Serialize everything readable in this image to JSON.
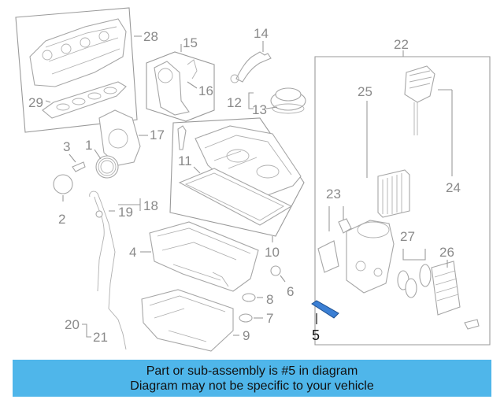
{
  "diagram": {
    "highlight_color": "#3b7fd4",
    "callouts": {
      "c1": "1",
      "c2": "2",
      "c3": "3",
      "c4": "4",
      "c5": "5",
      "c6": "6",
      "c7": "7",
      "c8": "8",
      "c9": "9",
      "c10": "10",
      "c11": "11",
      "c12": "12",
      "c13": "13",
      "c14": "14",
      "c15": "15",
      "c16": "16",
      "c17": "17",
      "c18": "18",
      "c19": "19",
      "c20": "20",
      "c21": "21",
      "c22": "22",
      "c23": "23",
      "c24": "24",
      "c25": "25",
      "c26": "26",
      "c27": "27",
      "c28": "28",
      "c29": "29"
    },
    "highlighted_part": "5"
  },
  "banner": {
    "line1": "Part or sub-assembly is #5 in diagram",
    "line2": "Diagram may not be specific to your vehicle",
    "color": "#4fb6ea"
  }
}
